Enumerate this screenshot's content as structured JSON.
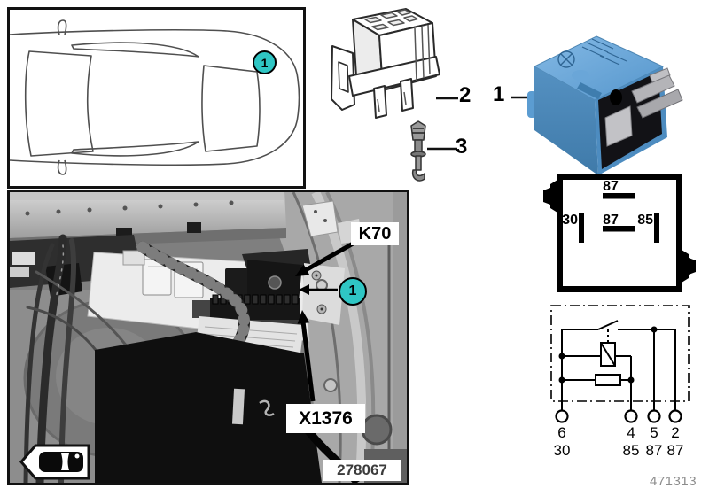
{
  "doc": {
    "drawing_number": "471313"
  },
  "colors": {
    "accent_teal": "#2fc6c4",
    "relay_blue": "#5b9fd4",
    "line_black": "#111111"
  },
  "car_panel": {
    "callout": "1"
  },
  "parts_legend": {
    "relay": "1",
    "socket": "2",
    "terminal": "3"
  },
  "pin_diagram": {
    "pin_top": "87",
    "pin_left": "30",
    "pin_mid": "87",
    "pin_right": "85"
  },
  "schematic": {
    "pins": [
      "6",
      "4",
      "5",
      "2"
    ],
    "terminals": [
      "30",
      "85",
      "87",
      "87"
    ]
  },
  "photo": {
    "relay_code": "K70",
    "callout": "1",
    "connector_code": "X1376",
    "photo_id": "278067"
  }
}
